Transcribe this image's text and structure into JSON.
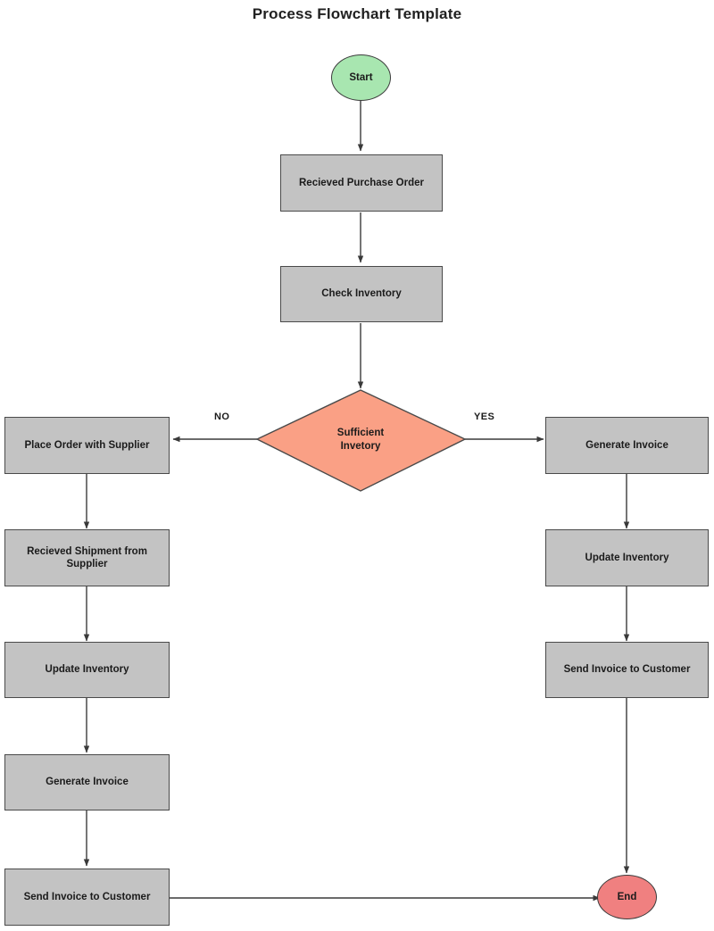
{
  "title": "Process Flowchart Template",
  "colors": {
    "start_fill": "#a8e6b0",
    "end_fill": "#f08080",
    "process_fill": "#c3c3c3",
    "decision_fill": "#faa085",
    "stroke": "#4a4a4a",
    "background": "#ffffff",
    "text": "#1b1b1b"
  },
  "nodes": {
    "start": {
      "label": "Start",
      "shape": "ellipse"
    },
    "receive_po": {
      "label": "Recieved Purchase Order",
      "shape": "process"
    },
    "check_inventory": {
      "label": "Check Inventory",
      "shape": "process"
    },
    "decision": {
      "label_line1": "Sufficient",
      "label_line2": "Invetory",
      "shape": "diamond"
    },
    "place_order": {
      "label": "Place Order with Supplier",
      "shape": "process"
    },
    "receive_shipment": {
      "label": "Recieved Shipment from Supplier",
      "shape": "process"
    },
    "update_inventory_left": {
      "label": "Update Inventory",
      "shape": "process"
    },
    "generate_invoice_left": {
      "label": "Generate Invoice",
      "shape": "process"
    },
    "send_invoice_left": {
      "label": "Send Invoice to Customer",
      "shape": "process"
    },
    "generate_invoice_right": {
      "label": "Generate Invoice",
      "shape": "process"
    },
    "update_inventory_right": {
      "label": "Update Inventory",
      "shape": "process"
    },
    "send_invoice_right": {
      "label": "Send Invoice to Customer",
      "shape": "process"
    },
    "end": {
      "label": "End",
      "shape": "ellipse"
    }
  },
  "edge_labels": {
    "no": "NO",
    "yes": "YES"
  },
  "chart_data": {
    "type": "diagram",
    "title": "Process Flowchart Template",
    "nodes": [
      {
        "id": "start",
        "text": "Start",
        "shape": "ellipse",
        "fill": "#a8e6b0"
      },
      {
        "id": "receive_po",
        "text": "Recieved Purchase Order",
        "shape": "rectangle",
        "fill": "#c3c3c3"
      },
      {
        "id": "check_inventory",
        "text": "Check Inventory",
        "shape": "rectangle",
        "fill": "#c3c3c3"
      },
      {
        "id": "decision",
        "text": "Sufficient Invetory",
        "shape": "diamond",
        "fill": "#faa085"
      },
      {
        "id": "place_order",
        "text": "Place Order with Supplier",
        "shape": "rectangle",
        "fill": "#c3c3c3"
      },
      {
        "id": "receive_shipment",
        "text": "Recieved Shipment from Supplier",
        "shape": "rectangle",
        "fill": "#c3c3c3"
      },
      {
        "id": "update_inventory_left",
        "text": "Update Inventory",
        "shape": "rectangle",
        "fill": "#c3c3c3"
      },
      {
        "id": "generate_invoice_left",
        "text": "Generate Invoice",
        "shape": "rectangle",
        "fill": "#c3c3c3"
      },
      {
        "id": "send_invoice_left",
        "text": "Send Invoice to Customer",
        "shape": "rectangle",
        "fill": "#c3c3c3"
      },
      {
        "id": "generate_invoice_right",
        "text": "Generate Invoice",
        "shape": "rectangle",
        "fill": "#c3c3c3"
      },
      {
        "id": "update_inventory_right",
        "text": "Update Inventory",
        "shape": "rectangle",
        "fill": "#c3c3c3"
      },
      {
        "id": "send_invoice_right",
        "text": "Send Invoice to Customer",
        "shape": "rectangle",
        "fill": "#c3c3c3"
      },
      {
        "id": "end",
        "text": "End",
        "shape": "ellipse",
        "fill": "#f08080"
      }
    ],
    "edges": [
      {
        "from": "start",
        "to": "receive_po",
        "label": ""
      },
      {
        "from": "receive_po",
        "to": "check_inventory",
        "label": ""
      },
      {
        "from": "check_inventory",
        "to": "decision",
        "label": ""
      },
      {
        "from": "decision",
        "to": "place_order",
        "label": "NO"
      },
      {
        "from": "decision",
        "to": "generate_invoice_right",
        "label": "YES"
      },
      {
        "from": "place_order",
        "to": "receive_shipment",
        "label": ""
      },
      {
        "from": "receive_shipment",
        "to": "update_inventory_left",
        "label": ""
      },
      {
        "from": "update_inventory_left",
        "to": "generate_invoice_left",
        "label": ""
      },
      {
        "from": "generate_invoice_left",
        "to": "send_invoice_left",
        "label": ""
      },
      {
        "from": "send_invoice_left",
        "to": "end",
        "label": ""
      },
      {
        "from": "generate_invoice_right",
        "to": "update_inventory_right",
        "label": ""
      },
      {
        "from": "update_inventory_right",
        "to": "send_invoice_right",
        "label": ""
      },
      {
        "from": "send_invoice_right",
        "to": "end",
        "label": ""
      }
    ]
  }
}
